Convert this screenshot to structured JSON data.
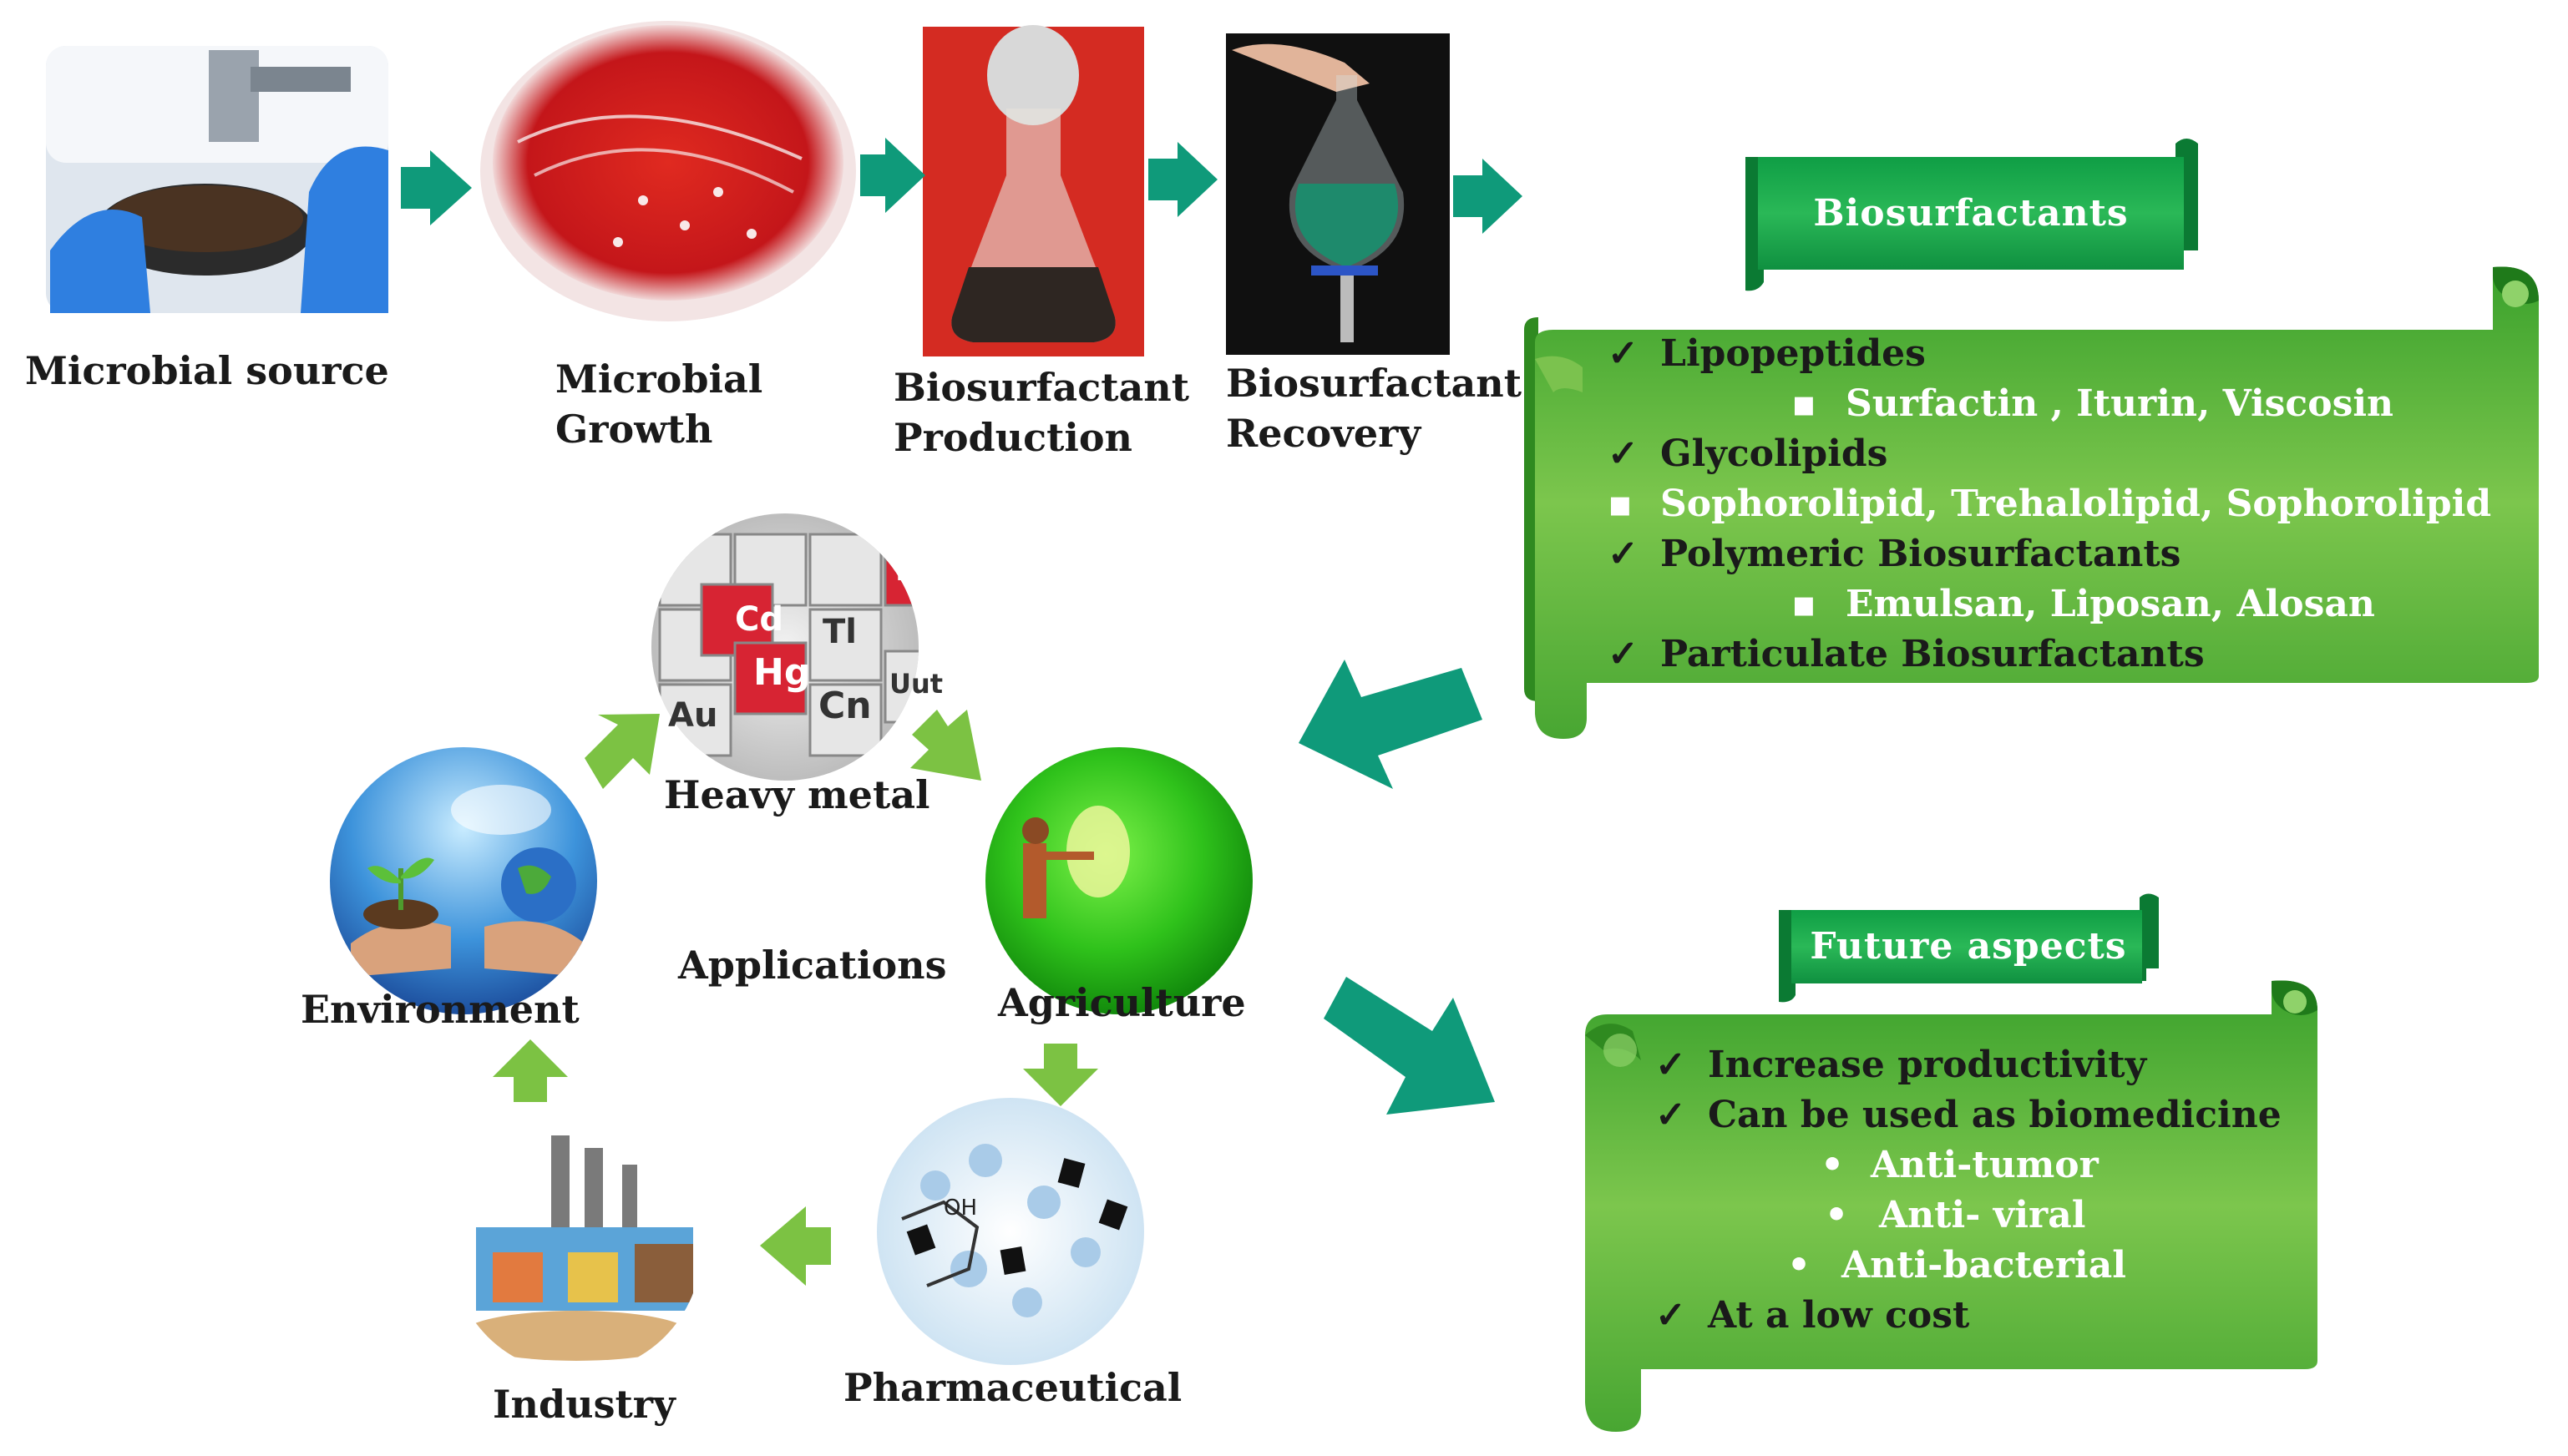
{
  "pipeline": {
    "steps": [
      {
        "line1": "Microbial source",
        "line2": ""
      },
      {
        "line1": "Microbial",
        "line2": "Growth"
      },
      {
        "line1": "Biosurfactant",
        "line2": "Production"
      },
      {
        "line1": "Biosurfactant",
        "line2": "Recovery"
      }
    ]
  },
  "biosurfactants": {
    "title": "Biosurfactants",
    "items": [
      {
        "marker": "✓",
        "text": "Lipopeptides"
      },
      {
        "marker": "▪",
        "text": "Surfactin , Iturin, Viscosin"
      },
      {
        "marker": "✓",
        "text": "Glycolipids"
      },
      {
        "marker": "▪",
        "text": "Sophorolipid, Trehalolipid, Sophorolipid"
      },
      {
        "marker": "✓",
        "text": "Polymeric Biosurfactants"
      },
      {
        "marker": "▪",
        "text": "Emulsan, Liposan, Alosan"
      },
      {
        "marker": "✓",
        "text": "Particulate  Biosurfactants"
      }
    ]
  },
  "applications": {
    "center": "Applications",
    "nodes": {
      "heavy_metal": "Heavy metal",
      "agriculture": "Agriculture",
      "pharmaceutical": "Pharmaceutical",
      "industry": "Industry",
      "environment": "Environment"
    },
    "element_tiles": [
      "Cd",
      "Hg",
      "Tl",
      "Pb",
      "Cn",
      "Au",
      "Uut"
    ],
    "molecule_label": "OH"
  },
  "future": {
    "title": "Future aspects",
    "items": [
      {
        "marker": "✓",
        "text": "Increase productivity"
      },
      {
        "marker": "✓",
        "text": "Can be used as biomedicine"
      },
      {
        "marker": "•",
        "text": "Anti-tumor"
      },
      {
        "marker": "•",
        "text": "Anti- viral"
      },
      {
        "marker": "•",
        "text": "Anti-bacterial"
      },
      {
        "marker": "✓",
        "text": "At a low cost"
      }
    ]
  },
  "colors": {
    "teal_arrow": "#0f9a7a",
    "light_green_arrow": "#7cc243",
    "scroll_green": "#5cb13a",
    "banner_green": "#18a84a"
  }
}
